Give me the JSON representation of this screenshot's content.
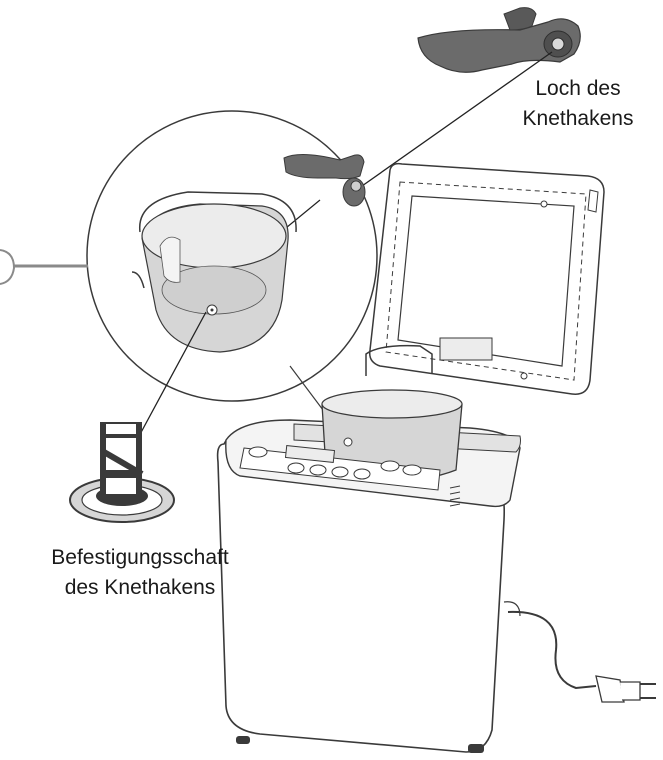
{
  "labels": {
    "kneading_blade_hole": {
      "line1": "Loch des",
      "line2": "Knethakens"
    },
    "mounting_shaft": {
      "line1": "Befestigungsschaft",
      "line2": "des Knethakens"
    }
  },
  "colors": {
    "outline": "#3a3a3a",
    "blade_fill": "#6b6b6b",
    "pan_fill": "#d6d6d6",
    "light_fill": "#f2f2f2",
    "white": "#ffffff"
  },
  "icons": {
    "kneading_blade": "kneading-blade-icon",
    "mounting_shaft": "mounting-shaft-icon",
    "bread_maker": "bread-maker-icon",
    "power_plug": "power-plug-icon"
  }
}
